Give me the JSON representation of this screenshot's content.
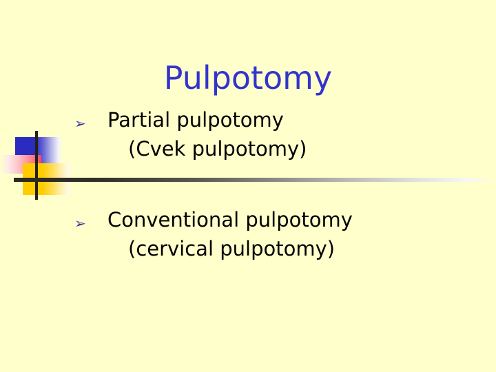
{
  "slide": {
    "title": "Pulpotomy",
    "background_color": "#FFFFCC",
    "title_color": "#3333CC",
    "body_text_color": "#000000",
    "bullet_marker_color": "#33339B",
    "bullets": [
      {
        "marker": "➢",
        "marker_name": "wingdings-arrow-bullet",
        "line": "Partial pulpotomy",
        "subline": "(Cvek pulpotomy)"
      },
      {
        "marker": "➢",
        "marker_name": "wingdings-arrow-bullet",
        "line": "Conventional pulpotomy",
        "subline": "(cervical pulpotomy)"
      }
    ],
    "decoration": {
      "blue_color": "#2B2BBF",
      "red_color": "#F8495B",
      "yellow_color": "#FFCC00",
      "rule_color": "#2B2720"
    }
  }
}
